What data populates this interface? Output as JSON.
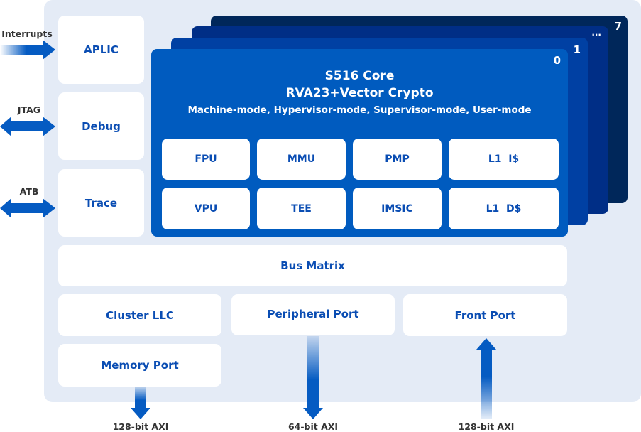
{
  "colors": {
    "panel": "#e4ebf6",
    "core": "#005bbf",
    "layer1": "#0040a3",
    "layer_more": "#002e86",
    "layer7": "#00275a",
    "text": "#0a4db3",
    "arrow": "#055bc2"
  },
  "left": {
    "aplic": "APLIC",
    "debug": "Debug",
    "trace": "Trace",
    "interrupts": "Interrupts",
    "jtag": "JTAG",
    "atb": "ATB"
  },
  "core_stack": {
    "indices": [
      "0",
      "1",
      "...",
      "7"
    ],
    "title": "S516 Core",
    "isa": "RVA23+Vector Crypto",
    "modes": "Machine-mode, Hypervisor-mode, Supervisor-mode, User-mode",
    "units": [
      "FPU",
      "MMU",
      "PMP",
      "L1  I$",
      "VPU",
      "TEE",
      "IMSIC",
      "L1  D$"
    ]
  },
  "bus_matrix": "Bus Matrix",
  "cluster_llc": "Cluster LLC",
  "peripheral_port": "Peripheral Port",
  "front_port": "Front Port",
  "memory_port": "Memory Port",
  "bottom_labels": {
    "memory": "128-bit AXI",
    "peripheral": "64-bit AXI",
    "front": "128-bit AXI"
  }
}
